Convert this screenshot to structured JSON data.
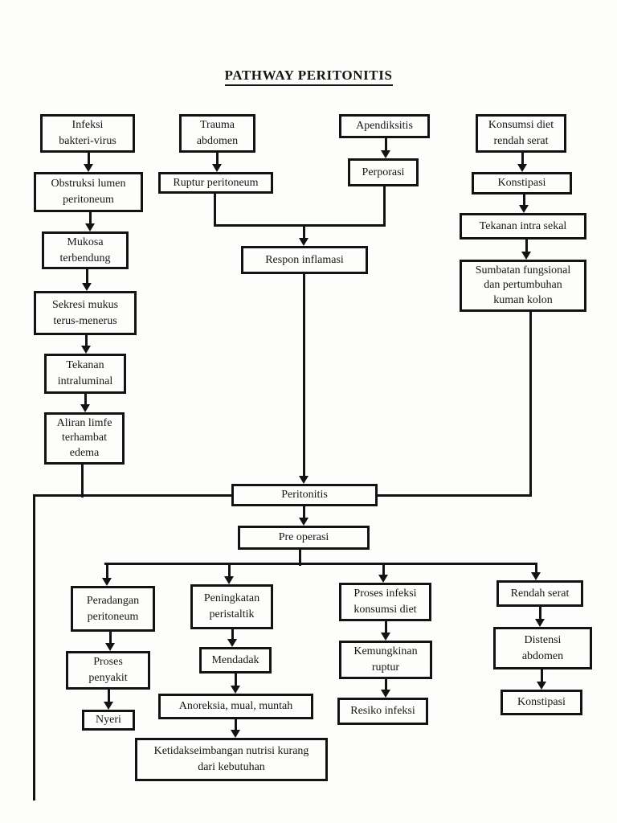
{
  "title": "PATHWAY PERITONITIS",
  "ink_color": "#131313",
  "paper_color": "#fdfdfb",
  "nodes": {
    "infeksi": "Infeksi\nbakteri-virus",
    "obstruksi": "Obstruksi lumen\nperitoneum",
    "mukosa": "Mukosa\nterbendung",
    "sekresi": "Sekresi mukus\nterus-menerus",
    "tekanan_intraluminal": "Tekanan\nintraluminal",
    "aliran_limfe": "Aliran limfe\nterhambat\nedema",
    "trauma": "Trauma\nabdomen",
    "ruptur": "Ruptur peritoneum",
    "apendiksitis": "Apendiksitis",
    "perporasi": "Perporasi",
    "konsumsi_diet": "Konsumsi diet\nrendah serat",
    "konstipasi_atas": "Konstipasi",
    "tekanan_intra_sekal": "Tekanan intra sekal",
    "sumbatan": "Sumbatan fungsional\ndan pertumbuhan\nkuman kolon",
    "respon_inflamasi": "Respon inflamasi",
    "peritonitis": "Peritonitis",
    "pre_operasi": "Pre operasi",
    "peradangan": "Peradangan\nperitoneum",
    "proses_penyakit": "Proses\npenyakit",
    "nyeri": "Nyeri",
    "peningkatan": "Peningkatan\nperistaltik",
    "mendadak": "Mendadak",
    "anoreksia": "Anoreksia, mual, muntah",
    "ketidakseimbangan": "Ketidakseimbangan nutrisi kurang\ndari kebutuhan",
    "proses_infeksi": "Proses infeksi\nkonsumsi diet",
    "kemungkinan_ruptur": "Kemungkinan\nruptur",
    "resiko_infeksi": "Resiko infeksi",
    "rendah_serat": "Rendah serat",
    "distensi": "Distensi\nabdomen",
    "konstipasi_bawah": "Konstipasi"
  }
}
